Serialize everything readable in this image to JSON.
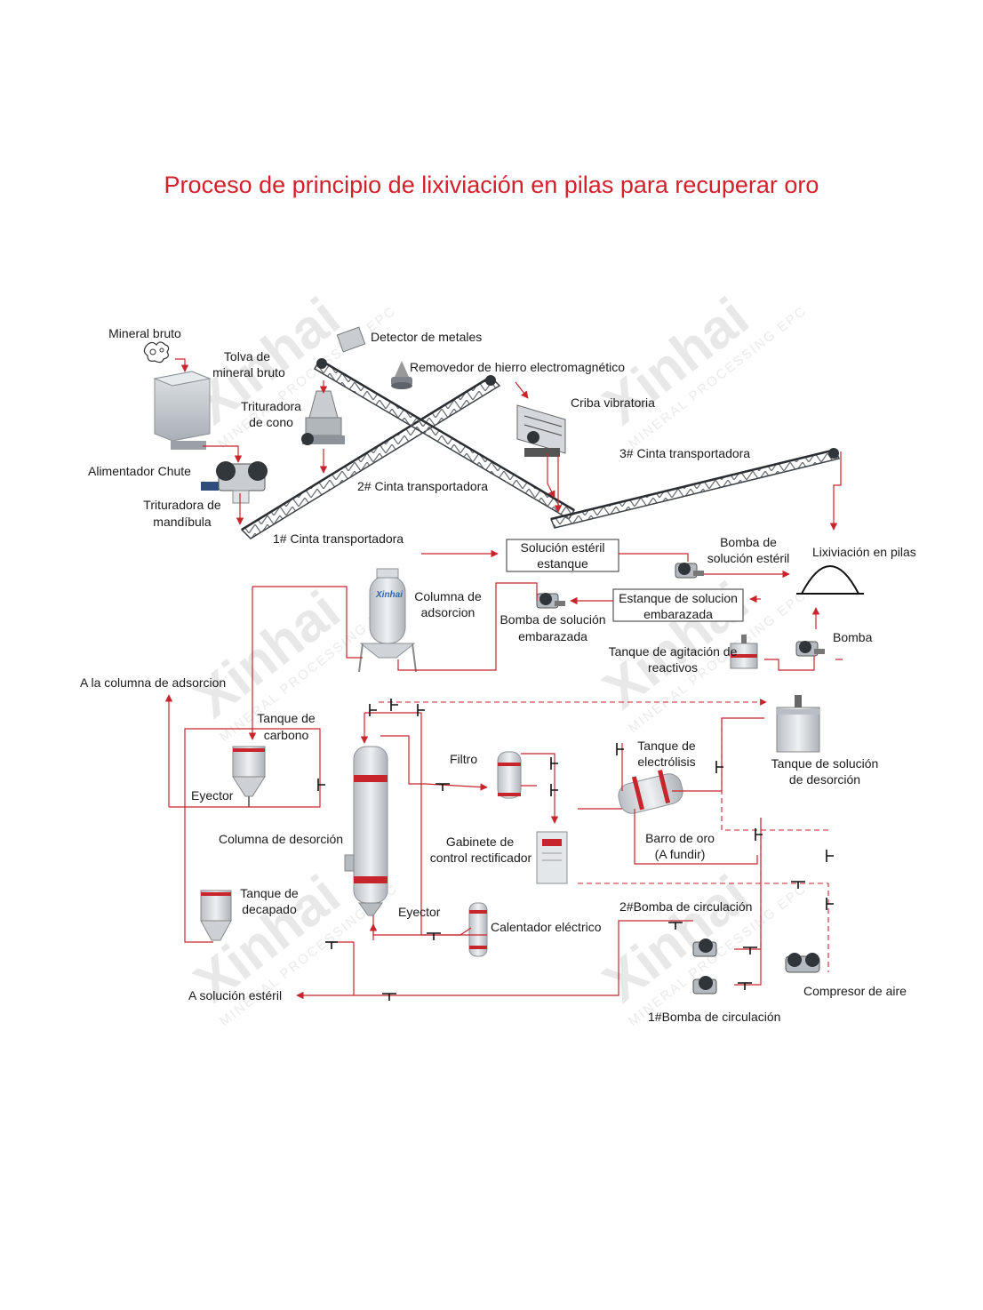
{
  "title": "Proceso de principio de lixiviación en pilas para recuperar oro",
  "watermark": {
    "brand": "Xinhai",
    "tagline": "MINERAL PROCESSING EPC"
  },
  "colors": {
    "title": "#d3202a",
    "flow": "#c8242c",
    "equipment_band": "#c8242c"
  },
  "labels": {
    "mineral_bruto": "Mineral bruto",
    "tolva_1": "Tolva de",
    "tolva_2": "mineral bruto",
    "detector": "Detector de metales",
    "removedor": "Removedor de hierro electromagnético",
    "cono_1": "Trituradora",
    "cono_2": "de cono",
    "criba": "Criba vibratoria",
    "cinta3": "3# Cinta transportadora",
    "alimentador": "Alimentador Chute",
    "cinta2": "2# Cinta transportadora",
    "mandibula_1": "Trituradora de",
    "mandibula_2": "mandíbula",
    "cinta1": "1# Cinta transportadora",
    "sol_esteril_1": "Solución estéril",
    "sol_esteril_2": "estanque",
    "bomba_esteril_1": "Bomba de",
    "bomba_esteril_2": "solución estéril",
    "lixiviacion": "Lixiviación en pilas",
    "col_adsorcion_1": "Columna de",
    "col_adsorcion_2": "adsorcion",
    "estanque_emb_1": "Estanque de solucion",
    "estanque_emb_2": "embarazada",
    "bomba_emb_1": "Bomba de solución",
    "bomba_emb_2": "embarazada",
    "bomba": "Bomba",
    "tanque_agit_1": "Tanque de agitación de",
    "tanque_agit_2": "reactivos",
    "a_col_adsorcion": "A la columna de adsorcion",
    "tanque_carbono_1": "Tanque de",
    "tanque_carbono_2": "carbono",
    "filtro": "Filtro",
    "tanque_electro_1": "Tanque de",
    "tanque_electro_2": "electrólisis",
    "tanque_desorcion_1": "Tanque de solución",
    "tanque_desorcion_2": "de desorción",
    "eyector_1": "Eyector",
    "col_desorcion": "Columna de desorción",
    "gabinete_1": "Gabinete de",
    "gabinete_2": "control rectificador",
    "barro_1": "Barro de oro",
    "barro_2": "(A fundir)",
    "tanque_decapado_1": "Tanque de",
    "tanque_decapado_2": "decapado",
    "eyector_2": "Eyector",
    "calentador": "Calentador eléctrico",
    "bomba_circ2": "2#Bomba de circulación",
    "compresor": "Compresor de aire",
    "a_sol_esteril": "A solución estéril",
    "bomba_circ1": "1#Bomba de circulación",
    "column_logo": "Xinhai"
  }
}
